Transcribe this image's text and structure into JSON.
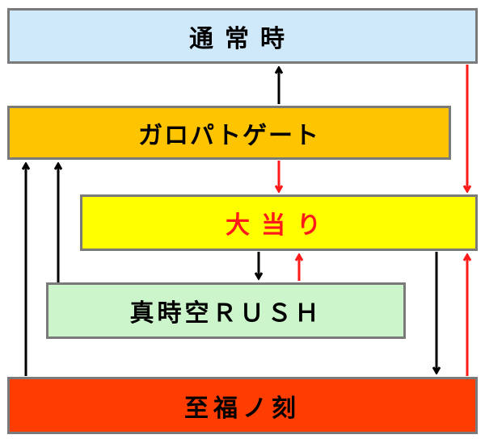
{
  "nodes": {
    "normal": "通常時",
    "gate": "ガロパトゲート",
    "hit": "大当り",
    "rush": "真時空ＲＵＳＨ",
    "shifuku": "至福ノ刻"
  },
  "colors": {
    "normal_fill": "#cfe9fb",
    "gate_fill": "#ffc400",
    "hit_fill": "#ffff00",
    "hit_text": "#ff1a1a",
    "rush_fill": "#ccf5cc",
    "shifuku_fill": "#ff3d00",
    "arrow_black": "#000000",
    "arrow_red": "#ff1a1a"
  },
  "edges": [
    {
      "from": "gate",
      "to": "normal",
      "color": "black"
    },
    {
      "from": "gate",
      "to": "hit",
      "color": "red"
    },
    {
      "from": "normal",
      "to": "hit",
      "color": "red"
    },
    {
      "from": "hit",
      "to": "rush",
      "color": "black"
    },
    {
      "from": "rush",
      "to": "hit",
      "color": "red"
    },
    {
      "from": "rush",
      "to": "gate",
      "color": "black"
    },
    {
      "from": "shifuku",
      "to": "gate",
      "color": "black"
    },
    {
      "from": "hit",
      "to": "shifuku",
      "color": "black"
    },
    {
      "from": "shifuku",
      "to": "hit",
      "color": "red"
    }
  ]
}
